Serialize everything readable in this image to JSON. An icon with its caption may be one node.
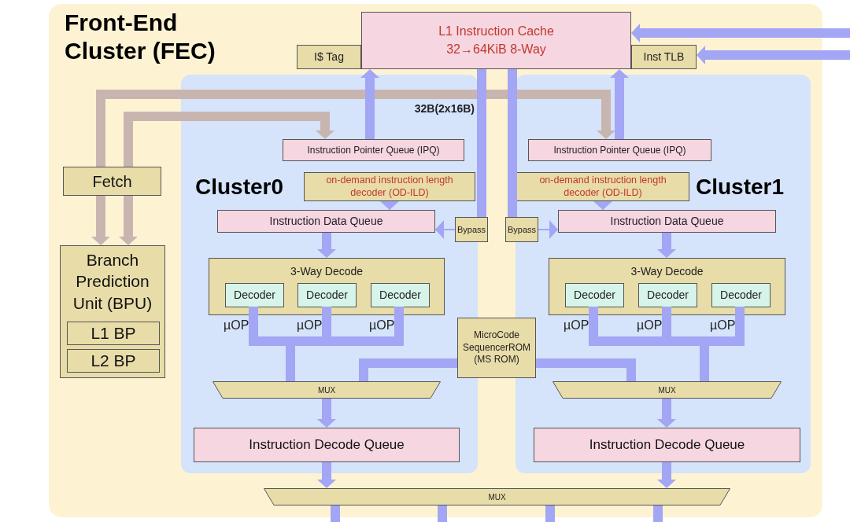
{
  "diagram": {
    "nodes": [
      {
        "text": [
          "Front-End Cluster (FEC)"
        ]
      },
      {
        "text": [
          "Cluster0"
        ],
        "in": 0
      },
      {
        "text": [
          "Cluster1"
        ],
        "in": 0
      },
      {
        "text": [
          "L1 Instruction Cache 32→64KiB 8-Way"
        ],
        "in": 0
      },
      {
        "text": [
          "I$ Tag"
        ],
        "in": 0
      },
      {
        "text": [
          "Inst TLB"
        ],
        "in": 0
      },
      {
        "text": [
          "Fetch"
        ],
        "in": 0
      },
      {
        "text": [
          "Branch Prediction Unit (BPU)"
        ],
        "in": 0
      },
      {
        "text": [
          "L1 BP"
        ],
        "in": 7
      },
      {
        "text": [
          "L2 BP"
        ],
        "in": 7
      },
      {
        "text": [
          "Instruction Pointer Queue (IPQ)"
        ],
        "in": 1
      },
      {
        "text": [
          "on-demand instruction length decoder (OD-ILD)"
        ],
        "in": 1
      },
      {
        "text": [
          "Instruction Data Queue"
        ],
        "in": 1
      },
      {
        "text": [
          "3-Way Decode"
        ],
        "in": 1
      },
      {
        "text": [
          "Decoder"
        ],
        "in": 13
      },
      {
        "text": [
          "Decoder"
        ],
        "in": 13
      },
      {
        "text": [
          "Decoder"
        ],
        "in": 13
      },
      {
        "text": [
          "MUX"
        ],
        "in": 1
      },
      {
        "text": [
          "Instruction Decode Queue"
        ],
        "in": 1
      },
      {
        "text": [
          "Instruction Pointer Queue (IPQ)"
        ],
        "in": 2
      },
      {
        "text": [
          "on-demand instruction length decoder (OD-ILD)"
        ],
        "in": 2
      },
      {
        "text": [
          "Instruction Data Queue"
        ],
        "in": 2
      },
      {
        "text": [
          "3-Way Decode"
        ],
        "in": 2
      },
      {
        "text": [
          "Decoder"
        ],
        "in": 22
      },
      {
        "text": [
          "Decoder"
        ],
        "in": 22
      },
      {
        "text": [
          "Decoder"
        ],
        "in": 22
      },
      {
        "text": [
          "MUX"
        ],
        "in": 2
      },
      {
        "text": [
          "Instruction Decode Queue"
        ],
        "in": 2
      },
      {
        "text": [
          "Bypass"
        ],
        "in": 0
      },
      {
        "text": [
          "Bypass"
        ],
        "in": 0
      },
      {
        "text": [
          "MicroCode SequencerROM (MS ROM)"
        ],
        "in": 0
      },
      {
        "text": [
          "MUX"
        ],
        "in": 0
      }
    ],
    "edges": [
      {
        "from": null,
        "to": 3,
        "arrow": "to"
      },
      {
        "from": null,
        "to": 5,
        "arrow": "to"
      },
      {
        "from": 6,
        "to": 10,
        "arrow": "to",
        "color": "#c9b5b0"
      },
      {
        "from": 6,
        "to": 19,
        "arrow": "to",
        "color": "#c9b5b0"
      },
      {
        "from": 6,
        "to": 7,
        "arrow": "to",
        "color": "#c9b5b0"
      },
      {
        "from": 6,
        "to": 7,
        "arrow": "to",
        "color": "#c9b5b0"
      },
      {
        "from": 10,
        "to": 3,
        "arrow": "to"
      },
      {
        "from": 19,
        "to": 3,
        "arrow": "to"
      },
      {
        "from": 3,
        "to": 28,
        "arrow": "none"
      },
      {
        "from": 3,
        "to": 29,
        "arrow": "none"
      },
      {
        "from": 11,
        "to": 12,
        "arrow": "to"
      },
      {
        "from": 20,
        "to": 21,
        "arrow": "to"
      },
      {
        "from": 28,
        "to": 12,
        "arrow": "to"
      },
      {
        "from": 29,
        "to": 21,
        "arrow": "to"
      },
      {
        "from": 12,
        "to": 13,
        "arrow": "to"
      },
      {
        "from": 21,
        "to": 22,
        "arrow": "to"
      },
      {
        "from": 14,
        "to": 17,
        "arrow": "none"
      },
      {
        "from": 15,
        "to": 17,
        "arrow": "none"
      },
      {
        "from": 16,
        "to": 17,
        "arrow": "none"
      },
      {
        "from": 23,
        "to": 26,
        "arrow": "none"
      },
      {
        "from": 24,
        "to": 26,
        "arrow": "none"
      },
      {
        "from": 25,
        "to": 26,
        "arrow": "none"
      },
      {
        "from": 30,
        "to": 17,
        "arrow": "none"
      },
      {
        "from": 30,
        "to": 26,
        "arrow": "none"
      },
      {
        "from": 17,
        "to": 18,
        "arrow": "to"
      },
      {
        "from": 26,
        "to": 27,
        "arrow": "to"
      },
      {
        "from": 18,
        "to": 31,
        "arrow": "to"
      },
      {
        "from": 27,
        "to": 31,
        "arrow": "to"
      },
      {
        "from": 31,
        "to": null,
        "arrow": "none"
      },
      {
        "from": 31,
        "to": null,
        "arrow": "none"
      },
      {
        "from": 31,
        "to": null,
        "arrow": "none"
      },
      {
        "from": 31,
        "to": null,
        "arrow": "none"
      }
    ],
    "labels": [
      "32B(2x16B)",
      "µOP",
      "µOP",
      "µOP",
      "µOP",
      "µOP",
      "µOP"
    ]
  }
}
